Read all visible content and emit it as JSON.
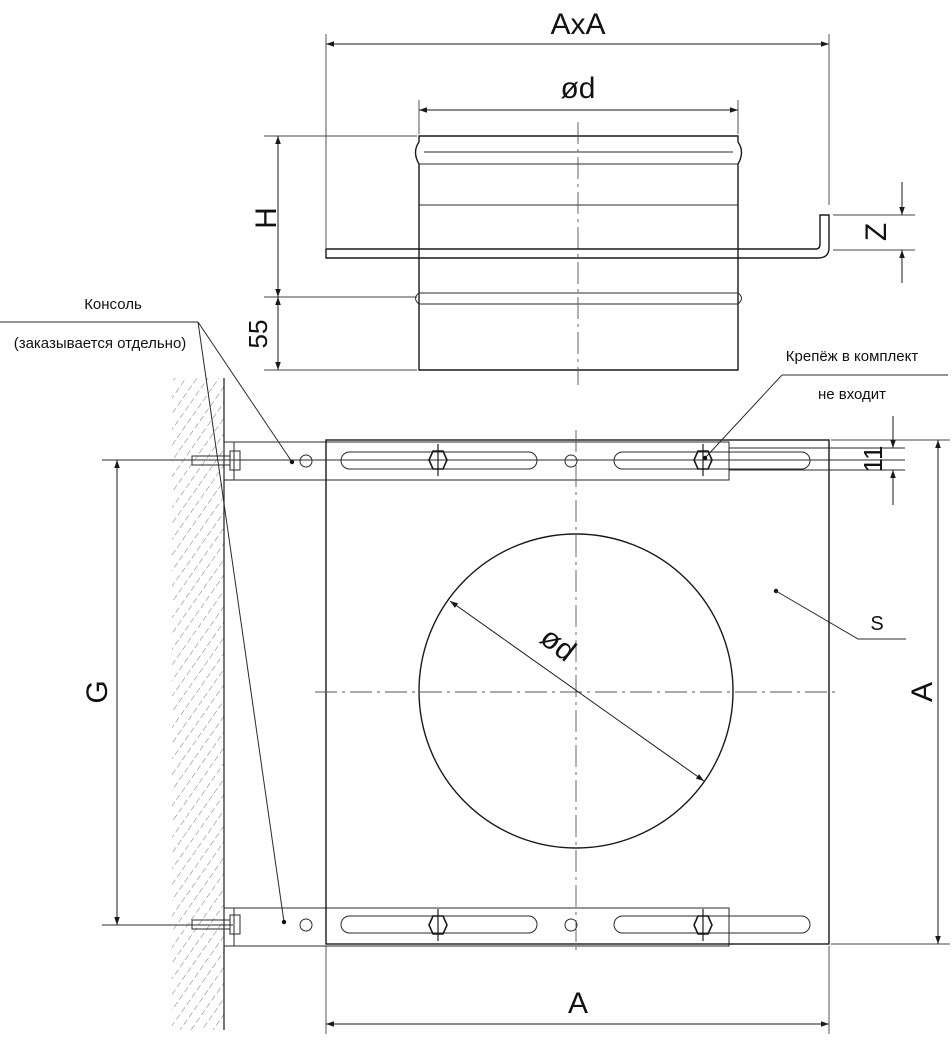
{
  "labels": {
    "axa": "АхА",
    "phi_d_top": "ød",
    "phi_d_circle": "ød",
    "h": "H",
    "z": "Z",
    "dim_55": "55",
    "dim_11": "11",
    "g": "G",
    "a_right": "A",
    "a_bottom": "A",
    "s": "S",
    "console_line1": "Консоль",
    "console_line2": "(заказывается отдельно)",
    "fastener_line1": "Крепёж в комплект",
    "fastener_line2": "не входит"
  }
}
